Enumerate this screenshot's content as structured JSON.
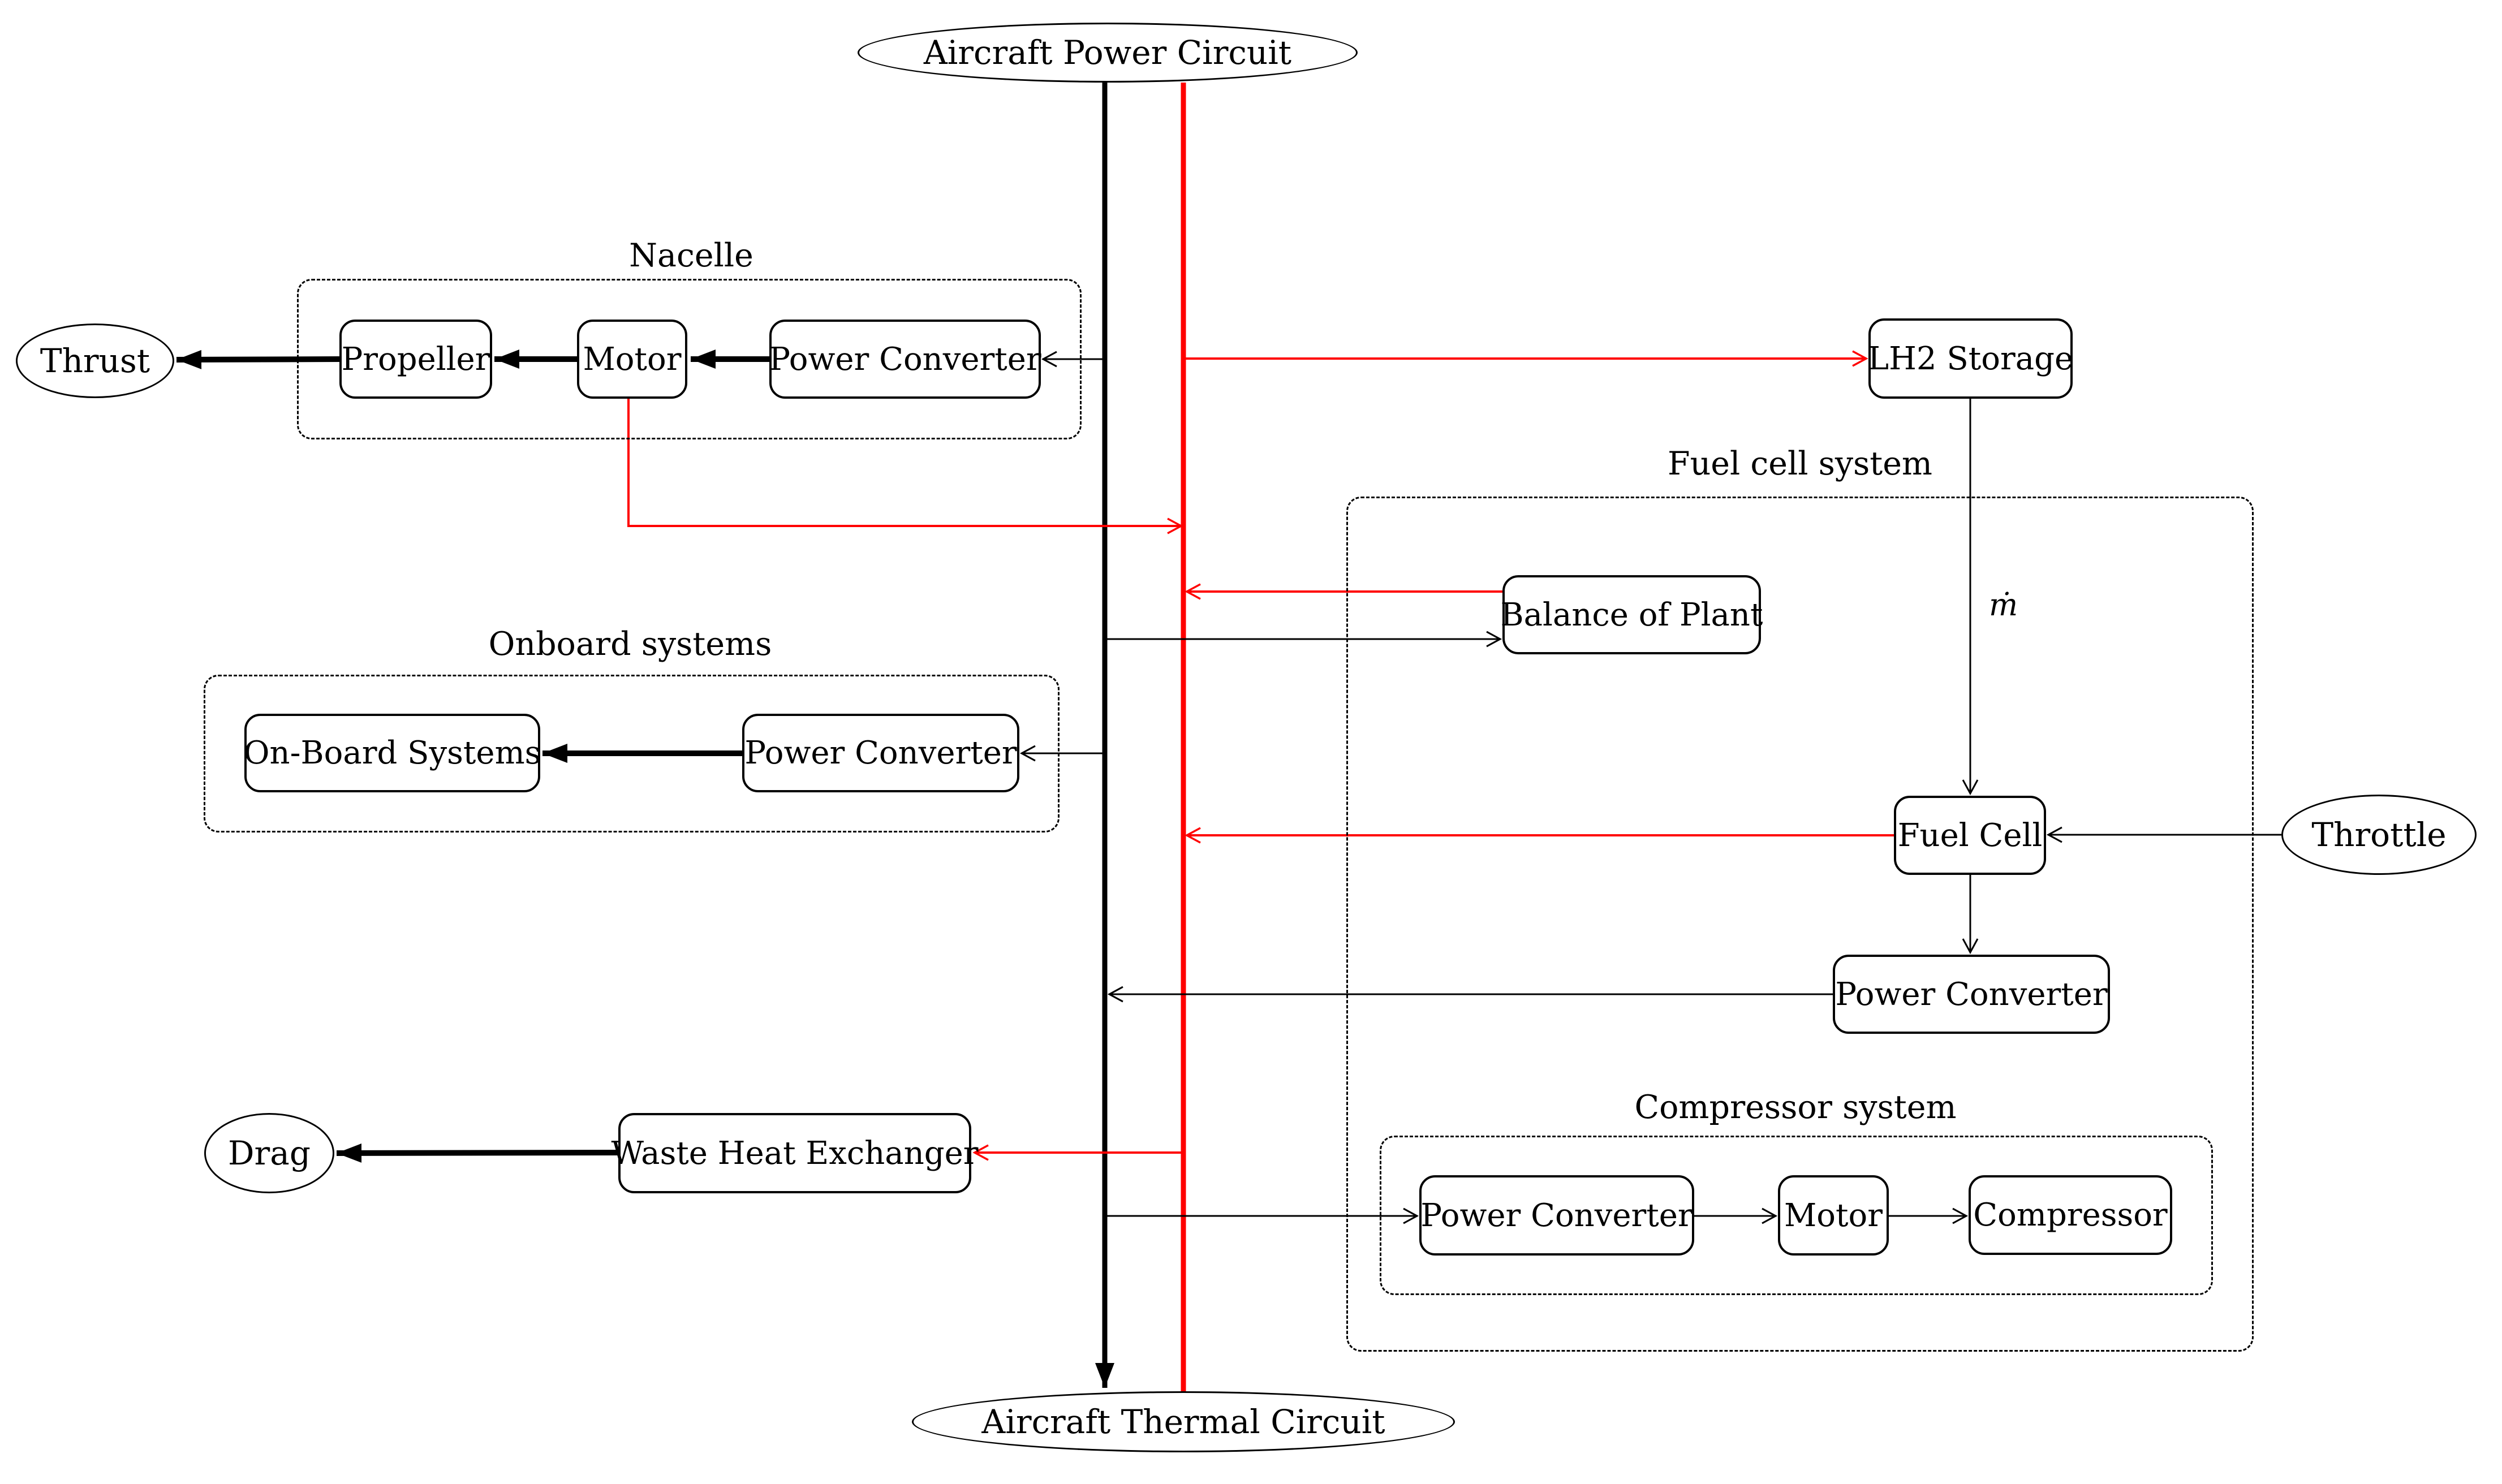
{
  "terminals": {
    "power_circuit": {
      "label": "Aircraft Power Circuit"
    },
    "thermal_circuit": {
      "label": "Aircraft Thermal Circuit"
    },
    "thrust": {
      "label": "Thrust"
    },
    "drag": {
      "label": "Drag"
    },
    "throttle": {
      "label": "Throttle"
    }
  },
  "groups": {
    "nacelle": {
      "label": "Nacelle"
    },
    "onboard": {
      "label": "Onboard systems"
    },
    "fuel_cell": {
      "label": "Fuel cell system"
    },
    "compressor": {
      "label": "Compressor system"
    }
  },
  "nodes": {
    "propeller": {
      "label": "Propeller"
    },
    "nacelle_motor": {
      "label": "Motor"
    },
    "nacelle_converter": {
      "label": "Power Converter"
    },
    "lh2_storage": {
      "label": "LH2 Storage"
    },
    "balance_of_plant": {
      "label": "Balance of Plant"
    },
    "onboard_systems": {
      "label": "On-Board Systems"
    },
    "onboard_converter": {
      "label": "Power Converter"
    },
    "fuel_cell": {
      "label": "Fuel Cell"
    },
    "fuel_cell_converter": {
      "label": "Power Converter"
    },
    "compressor_converter": {
      "label": "Power Converter"
    },
    "compressor_motor": {
      "label": "Motor"
    },
    "compressor": {
      "label": "Compressor"
    },
    "waste_heat_exchanger": {
      "label": "Waste Heat Exchanger"
    }
  },
  "annotations": {
    "mass_flow": {
      "label": "ṁ"
    }
  },
  "colors": {
    "electric_power_line": "#000000",
    "thermal_hydrogen_line": "#ff0000",
    "background": "#ffffff"
  }
}
